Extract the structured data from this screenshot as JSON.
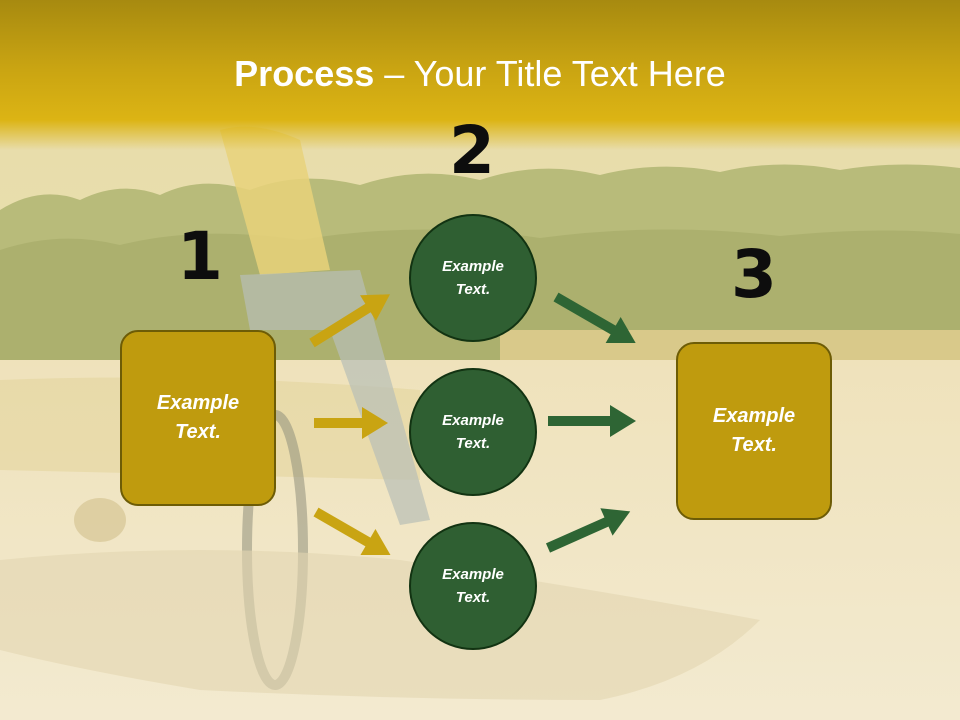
{
  "title": {
    "bold": "Process",
    "rest": " – Your Title Text Here"
  },
  "steps": {
    "one": {
      "number": "1",
      "box_text": "Example Text."
    },
    "two": {
      "number": "2",
      "circles": [
        "Example Text.",
        "Example Text.",
        "Example Text."
      ]
    },
    "three": {
      "number": "3",
      "box_text": "Example Text."
    }
  },
  "colors": {
    "gold_box": "#bf9b0e",
    "gold_arrow": "#c9a412",
    "green_circle": "#2f5f32",
    "green_arrow": "#2e6534",
    "title_band": "#c9a412"
  }
}
